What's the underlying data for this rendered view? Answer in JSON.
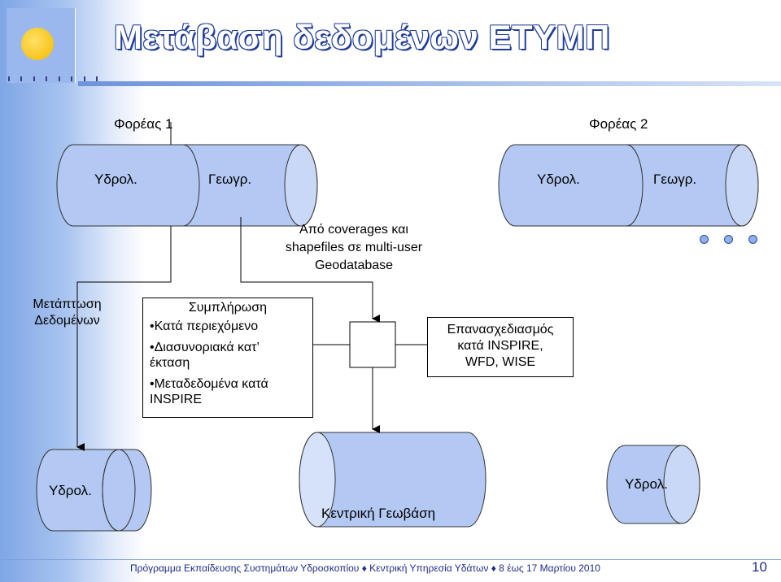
{
  "title": "Μετάβαση δεδομένων ΕΤΥΜΠ",
  "colors": {
    "title_fill": "#ffffff",
    "title_outline": "#1f3c9a",
    "cylinder_fill": "#b3c8f2",
    "cylinder_end": "#d6e2fa",
    "footer_text": "#1f2a8a",
    "background_accent": "#7fa6e6"
  },
  "agencies": {
    "agency1": "Φορέας 1",
    "agency2": "Φορέας 2"
  },
  "cylinders": {
    "agency1": {
      "left_label": "Υδρολ.",
      "right_label": "Γεωγρ."
    },
    "agency2": {
      "left_label": "Υδρολ.",
      "right_label": "Γεωγρ."
    },
    "bottom_left_label": "Υδρολ.",
    "central_label": "Κεντρική Γεωβάση",
    "bottom_right_label": "Υδρολ."
  },
  "source_note": [
    "Από coverages και",
    "shapefiles σε multi-user",
    "Geodatabase"
  ],
  "conversion_label": [
    "Μετάπτωση",
    "Δεδομένων"
  ],
  "completion_box": {
    "heading": "Συμπλήρωση",
    "items": [
      "•Κατά περιεχόμενο",
      "•Διασυνοριακά κατ’",
      "έκταση",
      "•Μεταδεδομένα κατά",
      "INSPIRE"
    ]
  },
  "redesign_box": [
    "Επανασχεδιασμός",
    "κατά INSPIRE,",
    "WFD, WISE"
  ],
  "footer": {
    "text": "Πρόγραμμα Εκπαίδευσης Συστημάτων Υδροσκοπίου ♦ Κεντρική Υπηρεσία Υδάτων ♦ 8 έως 17 Μαρτίου 2010",
    "page": "10"
  }
}
